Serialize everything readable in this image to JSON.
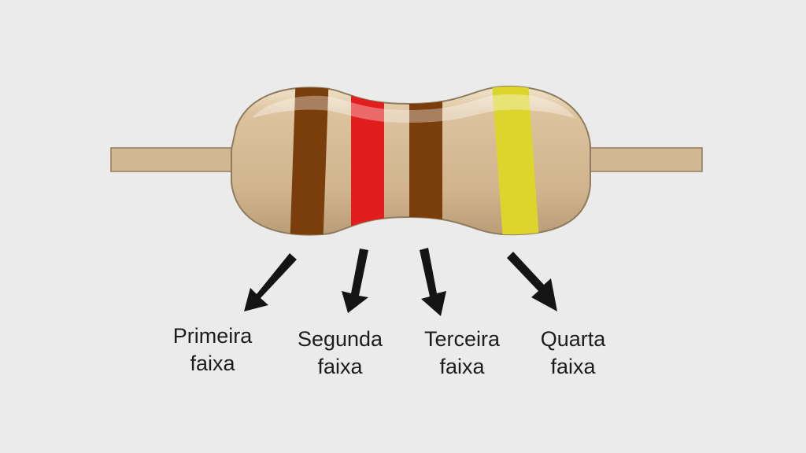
{
  "diagram": {
    "colors": {
      "background": "#ebebeb",
      "body": "#d2b892",
      "body_outline": "#8f7c5e",
      "lead": "#d2b892",
      "arrow": "#141414"
    },
    "bands": [
      {
        "color_name": "brown",
        "color": "#7a3d0c",
        "label_line1": "Primeira",
        "label_line2": "faixa"
      },
      {
        "color_name": "red",
        "color": "#e11d1d",
        "label_line1": "Segunda",
        "label_line2": "faixa"
      },
      {
        "color_name": "brown",
        "color": "#7a3d0c",
        "label_line1": "Terceira",
        "label_line2": "faixa"
      },
      {
        "color_name": "yellow",
        "color": "#dcd52c",
        "label_line1": "Quarta",
        "label_line2": "faixa"
      }
    ]
  }
}
